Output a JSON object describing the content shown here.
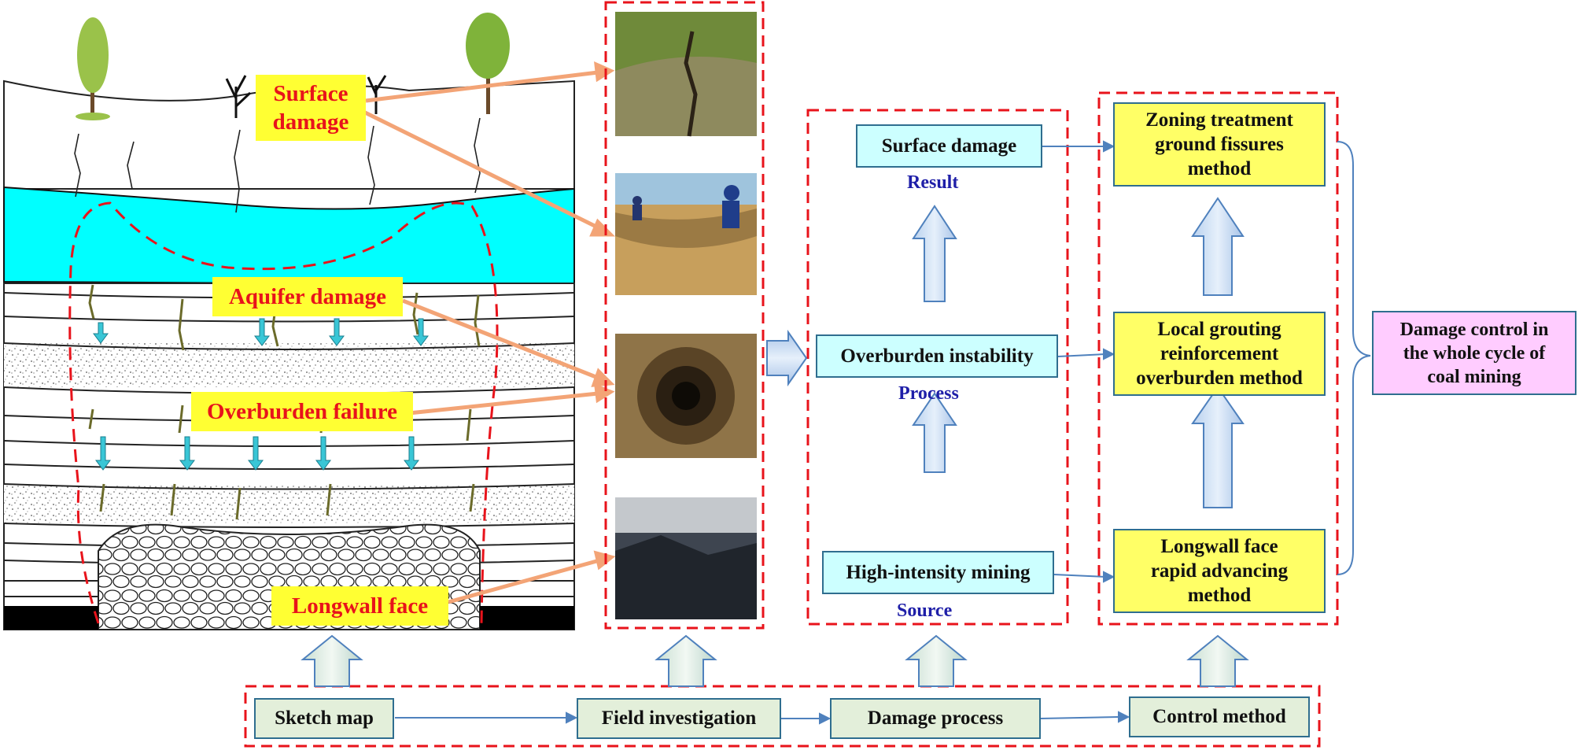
{
  "sketch": {
    "labels": {
      "surface": "Surface\ndamage",
      "aquifer": "Aquifer damage",
      "overburden": "Overburden failure",
      "longwall": "Longwall face"
    }
  },
  "process": {
    "boxes": {
      "surface": "Surface damage",
      "overburden": "Overburden instability",
      "mining": "High-intensity mining"
    },
    "labels": {
      "result": "Result",
      "process": "Process",
      "source": "Source"
    }
  },
  "control": {
    "boxes": {
      "zoning": "Zoning treatment\nground fissures\nmethod",
      "grouting": "Local grouting\nreinforcement\noverburden method",
      "longwall": "Longwall face\nrapid advancing\nmethod"
    },
    "goal": "Damage control in\nthe whole cycle of\ncoal mining"
  },
  "workflow": {
    "steps": [
      "Sketch map",
      "Field investigation",
      "Damage process",
      "Control method"
    ]
  },
  "colors": {
    "dashed_frame": "#e8131b",
    "aquifer": "#00ffff",
    "label_fill": "#ffff33",
    "label_text": "#e8131b",
    "process_fill": "#ccffff",
    "method_fill": "#ffff66",
    "goal_fill": "#ffccff",
    "step_fill": "#e3efda",
    "arrow_blue": "#5a8ed0",
    "pointer": "#f3a476"
  }
}
